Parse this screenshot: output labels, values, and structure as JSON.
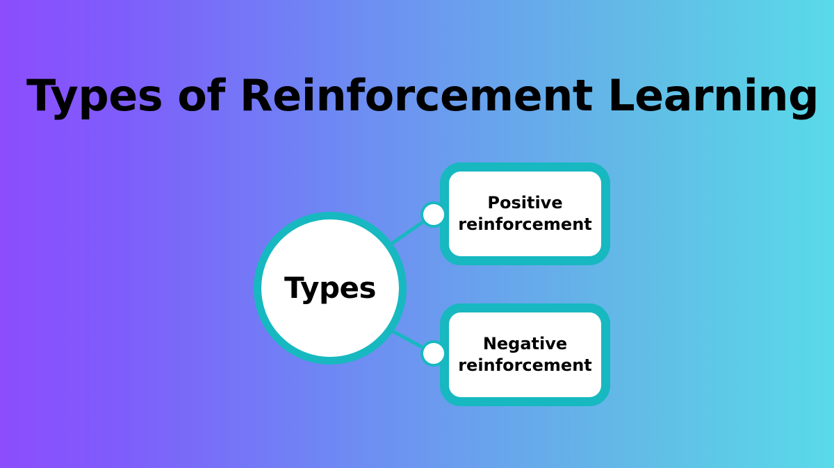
{
  "page": {
    "title": "Types of Reinforcement Learning",
    "background_gradient_from": "#8c4dfd",
    "background_gradient_mid": "#6b93ef",
    "background_gradient_to": "#59dae9"
  },
  "diagram": {
    "type": "mind-map",
    "accent_color": "#17b8c0",
    "node_fill": "#ffffff",
    "text_color": "#000000",
    "hub": {
      "label": "Types",
      "shape": "circle"
    },
    "branches": [
      {
        "id": "positive",
        "label": "Positive\nreinforcement",
        "shape": "rounded-rect",
        "position": "top-right"
      },
      {
        "id": "negative",
        "label": "Negative\nreinforcement",
        "shape": "rounded-rect",
        "position": "bottom-right"
      }
    ]
  }
}
